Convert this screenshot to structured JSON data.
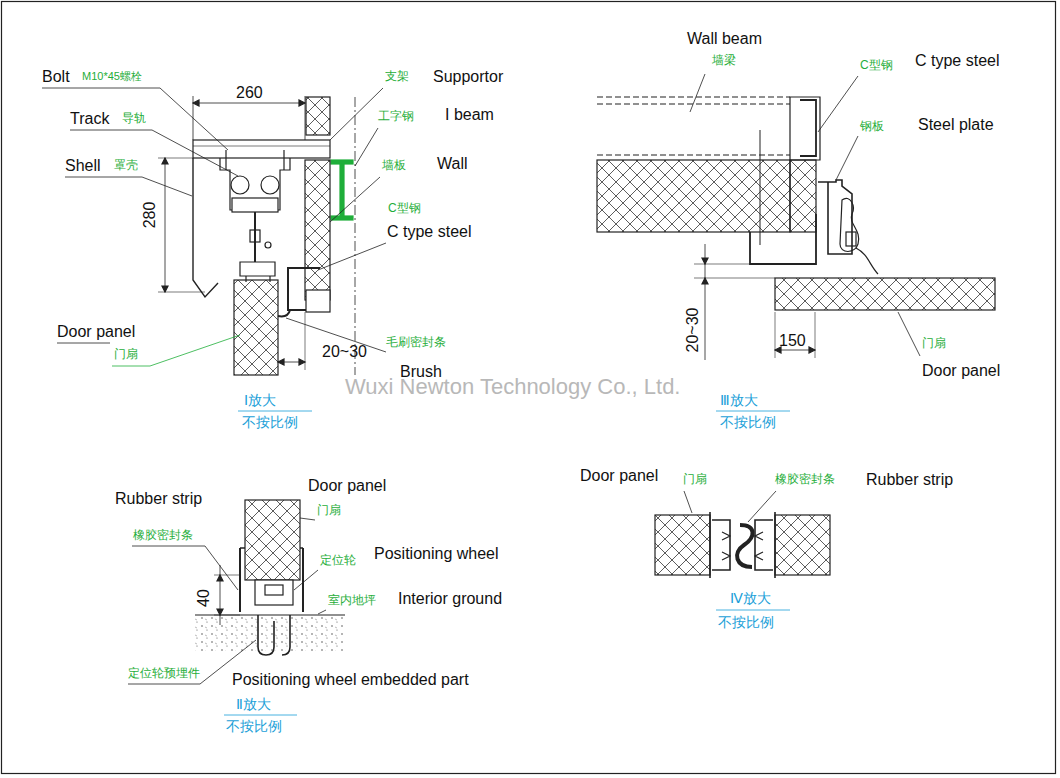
{
  "diagram": {
    "labels": [
      "Bolt",
      "M10*45螺栓",
      "260",
      "支架",
      "Supportor",
      "Track",
      "导轨",
      "工字钢",
      "I beam",
      "Shell",
      "罩壳",
      "墙板",
      "Wall",
      "280",
      "C型钢",
      "C type steel",
      "Door panel",
      "门扇",
      "毛刷密封条",
      "20~30",
      "Brush",
      "Ⅰ放大",
      "不按比例",
      "Wuxi Newton Technology Co., Ltd.",
      "Wall beam",
      "墙梁",
      "C型钢",
      "C type steel",
      "钢板",
      "Steel plate",
      "20~30",
      "150",
      "门扇",
      "Door panel",
      "Ⅲ放大",
      "不按比例",
      "Rubber strip",
      "Door panel",
      "橡胶密封条",
      "门扇",
      "Positioning wheel",
      "定位轮",
      "40",
      "室内地坪",
      "Interior ground",
      "定位轮预埋件",
      "Positioning wheel embedded part",
      "Ⅱ放大",
      "不按比例",
      "Door panel",
      "门扇",
      "橡胶密封条",
      "Rubber strip",
      "Ⅳ放大",
      "不按比例"
    ]
  }
}
